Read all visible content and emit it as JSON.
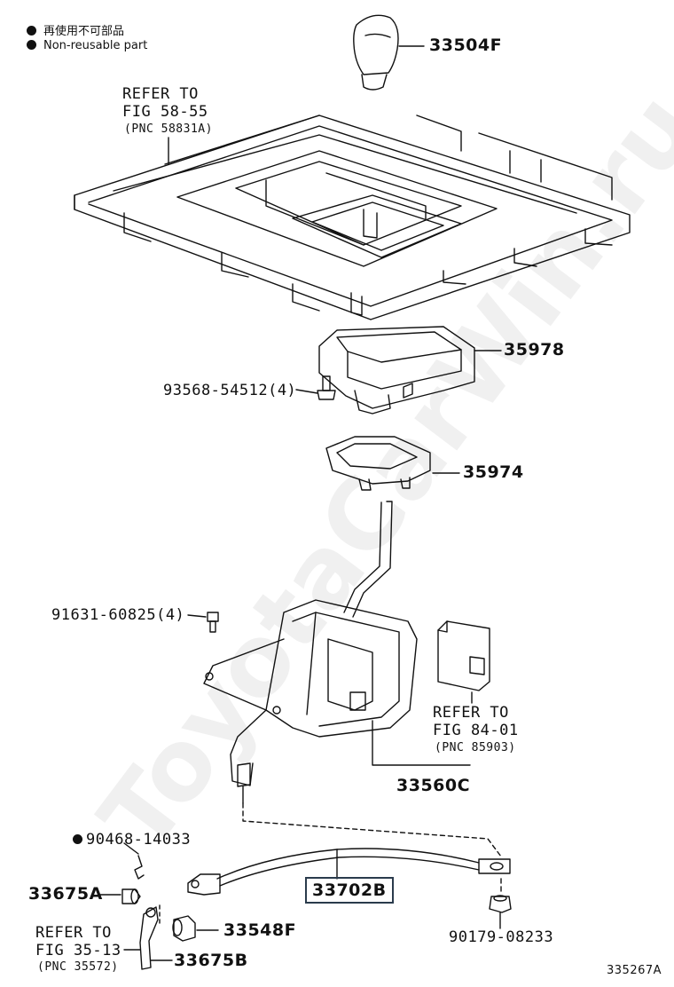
{
  "legend": {
    "reusable_jp": "再使用不可部品",
    "reusable_en": "Non-reusable part"
  },
  "refs": {
    "fig_58_55": {
      "line1": "REFER TO",
      "line2": "FIG 58-55",
      "line3": "(PNC 58831A)"
    },
    "fig_84_01": {
      "line1": "REFER TO",
      "line2": "FIG 84-01",
      "line3": "(PNC 85903)"
    },
    "fig_35_13": {
      "line1": "REFER TO",
      "line2": "FIG 35-13",
      "line3": "(PNC 35572)"
    }
  },
  "parts": {
    "p33504F": "33504F",
    "p35978": "35978",
    "p93568": "93568-54512(4)",
    "p35974": "35974",
    "p91631": "91631-60825(4)",
    "p33560C": "33560C",
    "p90468": "90468-14033",
    "p33675A": "33675A",
    "p33702B": "33702B",
    "p33548F": "33548F",
    "p33675B": "33675B",
    "p90179": "90179-08233"
  },
  "diagram_id": "335267A",
  "watermark": "ToyotaCarWin.ru"
}
